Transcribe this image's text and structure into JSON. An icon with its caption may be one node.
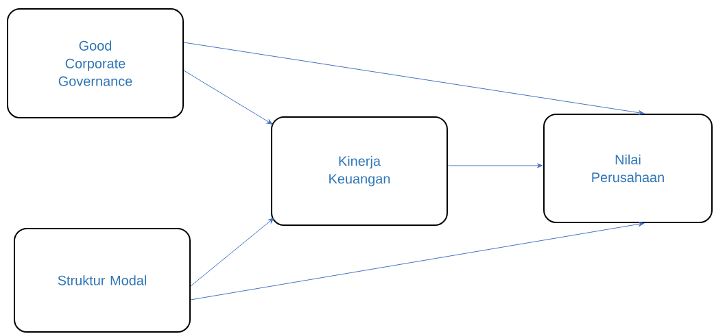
{
  "diagram": {
    "nodes": [
      {
        "text": [
          "Good Corporate Governance"
        ]
      },
      {
        "text": [
          "Kinerja Keuangan"
        ]
      },
      {
        "text": [
          "Nilai Perusahaan"
        ]
      },
      {
        "text": [
          "Struktur Modal"
        ]
      }
    ],
    "edges": [
      {
        "from": 0,
        "to": 1,
        "arrow": "to"
      },
      {
        "from": 0,
        "to": 2,
        "arrow": "to"
      },
      {
        "from": 1,
        "to": 2,
        "arrow": "to"
      },
      {
        "from": 3,
        "to": 1,
        "arrow": "to"
      },
      {
        "from": 3,
        "to": 2,
        "arrow": "to"
      }
    ]
  }
}
